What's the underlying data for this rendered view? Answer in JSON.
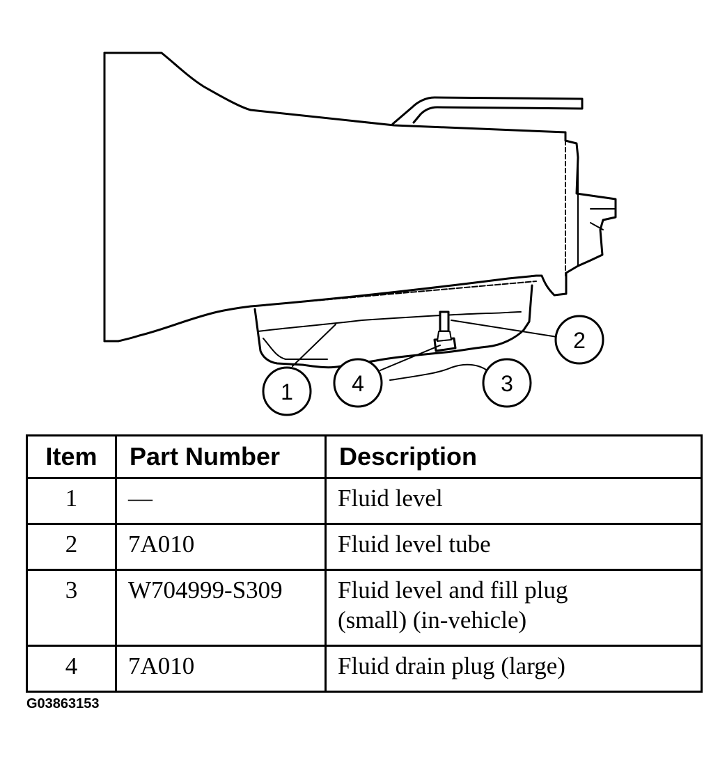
{
  "figure": {
    "callouts": [
      "1",
      "2",
      "3",
      "4"
    ]
  },
  "table": {
    "headers": {
      "item": "Item",
      "part_number": "Part Number",
      "description": "Description"
    },
    "rows": [
      {
        "item": "1",
        "part_number": "—",
        "description": "Fluid level"
      },
      {
        "item": "2",
        "part_number": "7A010",
        "description": "Fluid level tube"
      },
      {
        "item": "3",
        "part_number": "W704999-S309",
        "description": "Fluid level and fill plug (small) (in-vehicle)"
      },
      {
        "item": "4",
        "part_number": "7A010",
        "description": "Fluid drain plug (large)"
      }
    ]
  },
  "figure_code": "G03863153"
}
